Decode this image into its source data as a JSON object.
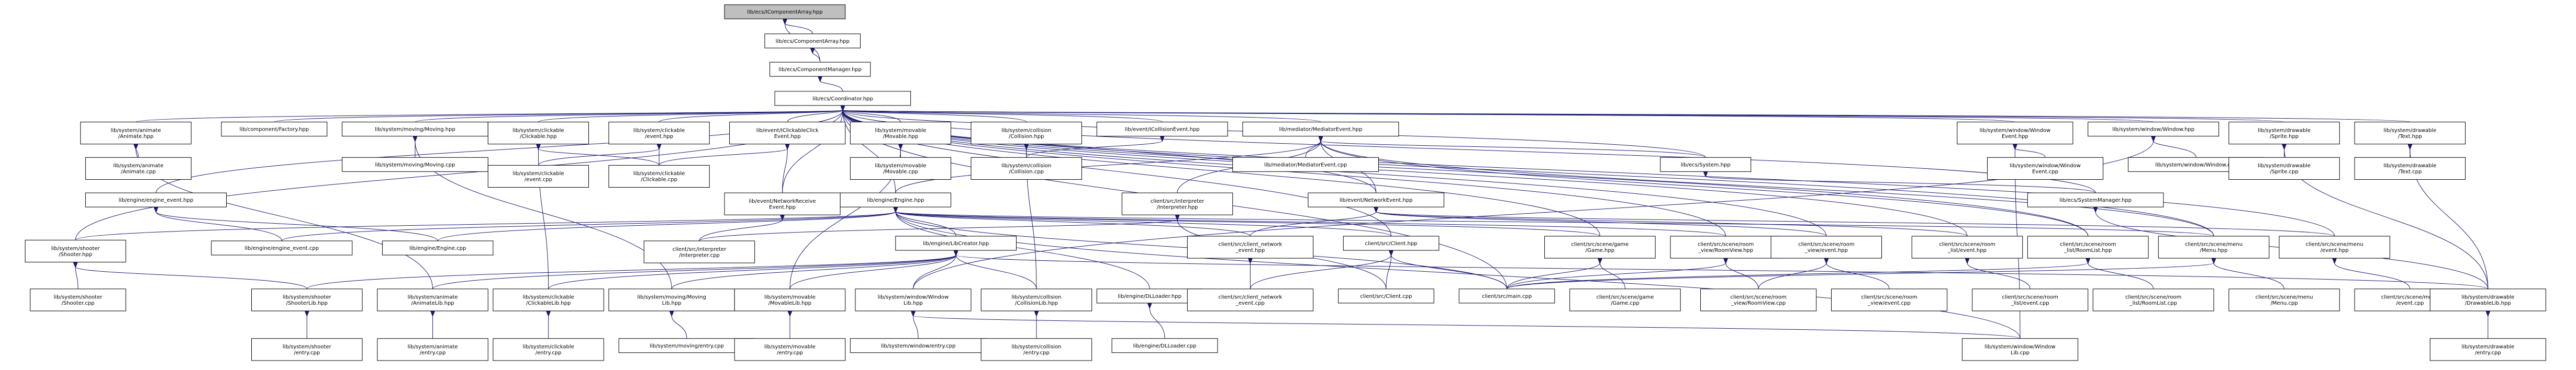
{
  "title": "lib/ecs/IComponentArray.hpp",
  "colors": {
    "edge": "#191970",
    "root_fill": "#bfbfbf",
    "node_fill": "#ffffff",
    "node_border": "#000000"
  },
  "nodes": [
    {
      "id": "root",
      "lines": [
        "lib/ecs/IComponentArray.hpp"
      ]
    },
    {
      "id": "ca",
      "lines": [
        "lib/ecs/ComponentArray.hpp"
      ]
    },
    {
      "id": "cm",
      "lines": [
        "lib/ecs/ComponentManager.hpp"
      ]
    },
    {
      "id": "coord",
      "lines": [
        "lib/ecs/Coordinator.hpp"
      ]
    },
    {
      "id": "anim",
      "lines": [
        "lib/system/animate",
        "/Animate.hpp"
      ]
    },
    {
      "id": "compf",
      "lines": [
        "lib/component/Factory.hpp"
      ]
    },
    {
      "id": "moving",
      "lines": [
        "lib/system/moving/Moving.hpp"
      ]
    },
    {
      "id": "click",
      "lines": [
        "lib/system/clickable",
        "/Clickable.hpp"
      ]
    },
    {
      "id": "clickev",
      "lines": [
        "lib/system/clickable",
        "/event.hpp"
      ]
    },
    {
      "id": "evclick",
      "lines": [
        "lib/event/IClickableClick",
        "Event.hpp"
      ]
    },
    {
      "id": "movable",
      "lines": [
        "lib/system/movable",
        "/Movable.hpp"
      ]
    },
    {
      "id": "coll",
      "lines": [
        "lib/system/collision",
        "/Collision.hpp"
      ]
    },
    {
      "id": "evcoll",
      "lines": [
        "lib/event/ICollisionEvent.hpp"
      ]
    },
    {
      "id": "med",
      "lines": [
        "lib/mediator/MediatorEvent.hpp"
      ]
    },
    {
      "id": "winev",
      "lines": [
        "lib/system/window/Window",
        "Event.hpp"
      ]
    },
    {
      "id": "win",
      "lines": [
        "lib/system/window/Window.hpp"
      ]
    },
    {
      "id": "sprite",
      "lines": [
        "lib/system/drawable",
        "/Sprite.hpp"
      ]
    },
    {
      "id": "text",
      "lines": [
        "lib/system/drawable",
        "/Text.hpp"
      ]
    },
    {
      "id": "animcpp",
      "lines": [
        "lib/system/animate",
        "/Animate.cpp"
      ]
    },
    {
      "id": "movingcpp",
      "lines": [
        "lib/system/moving/Moving.cpp"
      ]
    },
    {
      "id": "clickevcpp",
      "lines": [
        "lib/system/clickable",
        "/event.cpp"
      ]
    },
    {
      "id": "clickcpp",
      "lines": [
        "lib/system/clickable",
        "/Clickable.cpp"
      ]
    },
    {
      "id": "movablecpp",
      "lines": [
        "lib/system/movable",
        "/Movable.cpp"
      ]
    },
    {
      "id": "collcpp",
      "lines": [
        "lib/system/collision",
        "/Collision.cpp"
      ]
    },
    {
      "id": "medcpp",
      "lines": [
        "lib/mediator/MediatorEvent.cpp"
      ]
    },
    {
      "id": "ecssys",
      "lines": [
        "lib/ecs/System.hpp"
      ]
    },
    {
      "id": "wincpp",
      "lines": [
        "lib/system/window/Window.cpp"
      ]
    },
    {
      "id": "spritecpp",
      "lines": [
        "lib/system/drawable",
        "/Sprite.cpp"
      ]
    },
    {
      "id": "textcpp",
      "lines": [
        "lib/system/drawable",
        "/Text.cpp"
      ]
    },
    {
      "id": "winevcpp",
      "lines": [
        "lib/system/window/Window",
        "Event.cpp"
      ]
    },
    {
      "id": "engev",
      "lines": [
        "lib/engine/engine_event.hpp"
      ]
    },
    {
      "id": "evnetrecv",
      "lines": [
        "lib/event/NetworkReceive",
        "Event.hpp"
      ]
    },
    {
      "id": "engine",
      "lines": [
        "lib/engine/Engine.hpp"
      ]
    },
    {
      "id": "cliinterp",
      "lines": [
        "client/src/interpreter",
        "/Interpreter.hpp"
      ]
    },
    {
      "id": "evnet",
      "lines": [
        "lib/event/NetworkEvent.hpp"
      ]
    },
    {
      "id": "sysmgr",
      "lines": [
        "lib/ecs/SystemManager.hpp"
      ]
    },
    {
      "id": "shooter",
      "lines": [
        "lib/system/shooter",
        "/Shooter.hpp"
      ]
    },
    {
      "id": "engevcpp",
      "lines": [
        "lib/engine/engine_event.cpp"
      ]
    },
    {
      "id": "enginecpp",
      "lines": [
        "lib/engine/Engine.cpp"
      ]
    },
    {
      "id": "interpcpp",
      "lines": [
        "client/src/interpreter",
        "/Interpreter.cpp"
      ]
    },
    {
      "id": "libcreator",
      "lines": [
        "lib/engine/LibCreator.hpp"
      ]
    },
    {
      "id": "clinetev",
      "lines": [
        "client/src/client_network",
        "_event.hpp"
      ]
    },
    {
      "id": "clienth",
      "lines": [
        "client/src/Client.hpp"
      ]
    },
    {
      "id": "game",
      "lines": [
        "client/src/scene/game",
        "/Game.hpp"
      ]
    },
    {
      "id": "roomview",
      "lines": [
        "client/src/scene/room",
        "_view/RoomView.hpp"
      ]
    },
    {
      "id": "roomviewev",
      "lines": [
        "client/src/scene/room",
        "_view/event.hpp"
      ]
    },
    {
      "id": "roomlistev",
      "lines": [
        "client/src/scene/room",
        "_list/event.hpp"
      ]
    },
    {
      "id": "roomlist",
      "lines": [
        "client/src/scene/room",
        "_list/RoomList.hpp"
      ]
    },
    {
      "id": "menu",
      "lines": [
        "client/src/scene/menu",
        "/Menu.hpp"
      ]
    },
    {
      "id": "menuev",
      "lines": [
        "client/src/scene/menu",
        "/event.hpp"
      ]
    },
    {
      "id": "shootercpp",
      "lines": [
        "lib/system/shooter",
        "/Shooter.cpp"
      ]
    },
    {
      "id": "shooterlib",
      "lines": [
        "lib/system/shooter",
        "/ShooterLib.hpp"
      ]
    },
    {
      "id": "animlib",
      "lines": [
        "lib/system/animate",
        "/AnimateLib.hpp"
      ]
    },
    {
      "id": "clicklib",
      "lines": [
        "lib/system/clickable",
        "/ClickableLib.hpp"
      ]
    },
    {
      "id": "movinglib",
      "lines": [
        "lib/system/moving/Moving",
        "Lib.hpp"
      ]
    },
    {
      "id": "movablelib",
      "lines": [
        "lib/system/movable",
        "/MovableLib.hpp"
      ]
    },
    {
      "id": "winlib",
      "lines": [
        "lib/system/window/Window",
        "Lib.hpp"
      ]
    },
    {
      "id": "colllib",
      "lines": [
        "lib/system/collision",
        "/CollisionLib.hpp"
      ]
    },
    {
      "id": "dlloader",
      "lines": [
        "lib/engine/DLLoader.hpp"
      ]
    },
    {
      "id": "clinetevcpp",
      "lines": [
        "client/src/client_network",
        "_event.cpp"
      ]
    },
    {
      "id": "clientcpp",
      "lines": [
        "client/src/Client.cpp"
      ]
    },
    {
      "id": "maincpp",
      "lines": [
        "client/src/main.cpp"
      ]
    },
    {
      "id": "gamecpp",
      "lines": [
        "client/src/scene/game",
        "/Game.cpp"
      ]
    },
    {
      "id": "roomviewcpp",
      "lines": [
        "client/src/scene/room",
        "_view/RoomView.cpp"
      ]
    },
    {
      "id": "roomviewevcpp",
      "lines": [
        "client/src/scene/room",
        "_view/event.cpp"
      ]
    },
    {
      "id": "roomlistevcpp",
      "lines": [
        "client/src/scene/room",
        "_list/event.cpp"
      ]
    },
    {
      "id": "roomlistcpp",
      "lines": [
        "client/src/scene/room",
        "_list/RoomList.cpp"
      ]
    },
    {
      "id": "menucpp",
      "lines": [
        "client/src/scene/menu",
        "/Menu.cpp"
      ]
    },
    {
      "id": "menuevcpp",
      "lines": [
        "client/src/scene/menu",
        "/event.cpp"
      ]
    },
    {
      "id": "drawlib",
      "lines": [
        "lib/system/drawable",
        "/DrawableLib.hpp"
      ]
    },
    {
      "id": "shooterentry",
      "lines": [
        "lib/system/shooter",
        "/entry.cpp"
      ]
    },
    {
      "id": "animentry",
      "lines": [
        "lib/system/animate",
        "/entry.cpp"
      ]
    },
    {
      "id": "clickentry",
      "lines": [
        "lib/system/clickable",
        "/entry.cpp"
      ]
    },
    {
      "id": "movingentry",
      "lines": [
        "lib/system/moving/entry.cpp"
      ]
    },
    {
      "id": "movableentry",
      "lines": [
        "lib/system/movable",
        "/entry.cpp"
      ]
    },
    {
      "id": "winentry",
      "lines": [
        "lib/system/window/entry.cpp"
      ]
    },
    {
      "id": "collentry",
      "lines": [
        "lib/system/collision",
        "/entry.cpp"
      ]
    },
    {
      "id": "dlloadercpp",
      "lines": [
        "lib/engine/DLLoader.cpp"
      ]
    },
    {
      "id": "winlibcpp",
      "lines": [
        "lib/system/window/Window",
        "Lib.cpp"
      ]
    },
    {
      "id": "drawentry",
      "lines": [
        "lib/system/drawable",
        "/entry.cpp"
      ]
    }
  ]
}
